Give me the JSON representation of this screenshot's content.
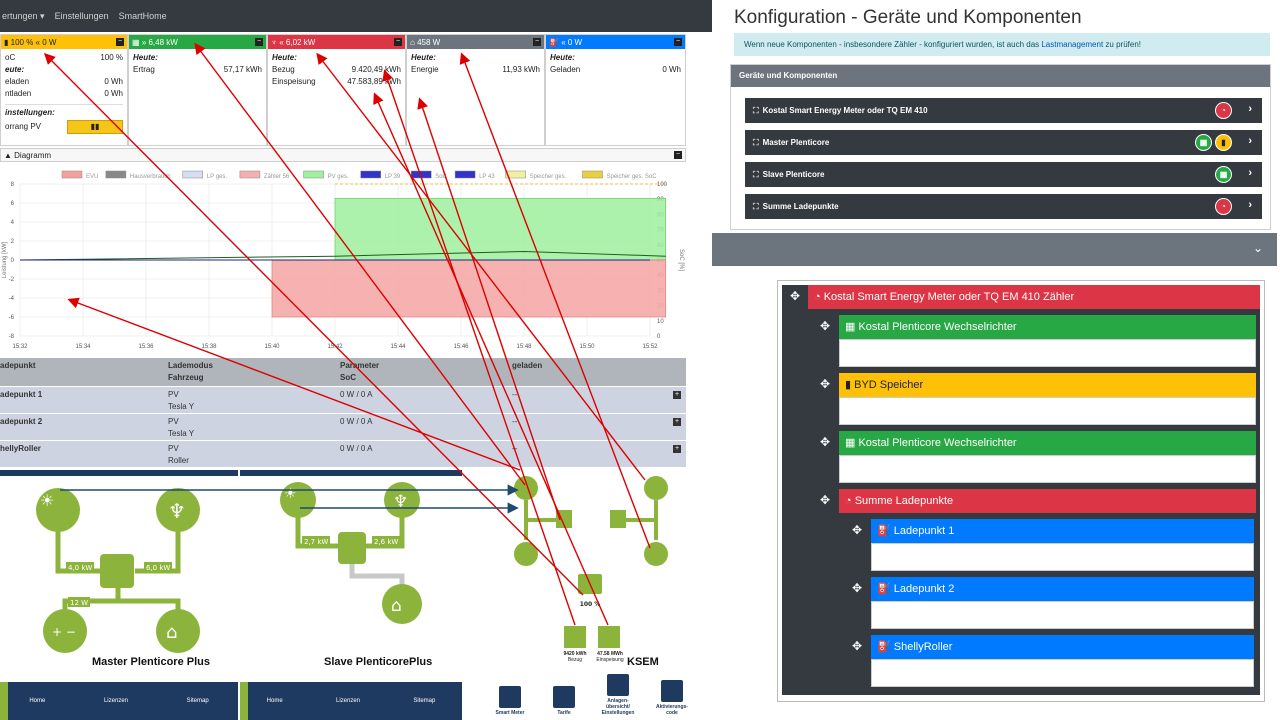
{
  "navbar": {
    "items": [
      "ertungen ▾",
      "Einstellungen",
      "SmartHome"
    ]
  },
  "cards": {
    "battery": {
      "head": "100 % « 0 W",
      "soc_label": "oC",
      "soc_value": "100 %",
      "today_label": "eute:",
      "geladen_label": "eladen",
      "geladen_value": "0 Wh",
      "entladen_label": "ntladen",
      "entladen_value": "0 Wh",
      "settings_label": "instellungen:",
      "vorrang_label": "orrang PV"
    },
    "pv": {
      "head": "» 6,48 kW",
      "today_label": "Heute:",
      "ertrag_label": "Ertrag",
      "ertrag_value": "57,17 kWh"
    },
    "grid": {
      "head": "« 6,02 kW",
      "today_label": "Heute:",
      "bezug_label": "Bezug",
      "bezug_value": "9.420,49 kWh",
      "einspeisung_label": "Einspeisung",
      "einspeisung_value": "47.583,89 kWh"
    },
    "house": {
      "head": "458 W",
      "today_label": "Heute:",
      "energie_label": "Energie",
      "energie_value": "11,93 kWh"
    },
    "lp": {
      "head": "« 0 W",
      "today_label": "Heute:",
      "geladen_label": "Geladen",
      "geladen_value": "0 Wh"
    }
  },
  "diagram": {
    "title": "Diagramm"
  },
  "chart_data": {
    "type": "area",
    "legend": [
      "EVU",
      "Hausverbrauch",
      "LP ges.",
      "Zähler 56",
      "PV ges.",
      "LP 39",
      "SoC",
      "LP 43",
      "Speicher ges.",
      "Speicher ges. SoC"
    ],
    "legend_colors": [
      "#f4a0a0",
      "#888888",
      "#d8dcf0",
      "#f4b0b0",
      "#a0f0a0",
      "#3333cc",
      "#3333cc",
      "#3333cc",
      "#f0f0a0",
      "#e8d040"
    ],
    "x_ticks": [
      "15:32",
      "15:34",
      "15:36",
      "15:38",
      "15:40",
      "15:42",
      "15:44",
      "15:46",
      "15:48",
      "15:50",
      "15:52"
    ],
    "y_ticks": [
      8,
      6,
      4,
      2,
      0,
      -2,
      -4,
      -6,
      -8
    ],
    "y2_ticks": [
      100,
      90,
      80,
      70,
      60,
      50,
      40,
      30,
      20,
      10,
      0
    ],
    "ylim": [
      -8,
      8
    ],
    "y2lim": [
      0,
      100
    ],
    "ylabel": "Leistung [kW]",
    "y2label": "SoC [%]",
    "series": [
      {
        "name": "PV ges.",
        "x": [
          "15:42",
          "15:52.5"
        ],
        "values": [
          6.5,
          6.5
        ]
      },
      {
        "name": "EVU",
        "x": [
          "15:40",
          "15:52.5"
        ],
        "values": [
          -6.0,
          -6.0
        ]
      },
      {
        "name": "Hausverbrauch",
        "x": [
          "15:32",
          "15:42",
          "15:48",
          "15:52.5"
        ],
        "values": [
          0,
          0.4,
          0.9,
          0.4
        ]
      }
    ]
  },
  "lp_table": {
    "headers": {
      "c1": "adepunkt",
      "c2a": "Lademodus",
      "c2b": "Fahrzeug",
      "c3a": "Parameter",
      "c3b": "SoC",
      "c4": "geladen"
    },
    "rows": [
      {
        "name": "adepunkt 1",
        "mode": "PV",
        "vehicle": "Tesla Y",
        "param": "0 W / 0 A",
        "geladen": "--"
      },
      {
        "name": "adepunkt 2",
        "mode": "PV",
        "vehicle": "Tesla Y",
        "param": "0 W / 0 A",
        "geladen": "--"
      },
      {
        "name": "hellyRoller",
        "mode": "PV",
        "vehicle": "Roller",
        "param": "0 W / 0 A",
        "geladen": "--"
      }
    ]
  },
  "plenticore": {
    "master": {
      "caption": "Master Plenticore Plus",
      "home": "Home",
      "lizenzen": "Lizenzen",
      "sitemap": "Sitemap",
      "v1": "4,0 kW",
      "v2": "6,0 kW",
      "v3": "12 W"
    },
    "slave": {
      "caption": "Slave PlenticorePlus",
      "home": "Home",
      "lizenzen": "Lizenzen",
      "sitemap": "Sitemap",
      "v1": "2,7 kW",
      "v2": "2,6 kW"
    },
    "ksem": {
      "caption": "KSEM",
      "soc": "100 %",
      "bezug_value": "9420 kWh",
      "bezug_label": "Bezug",
      "einsp_value": "47.58 MWh",
      "einsp_label": "Einspeisung",
      "buttons": [
        "Smart Meter",
        "Tarife",
        "Anlagen-übersicht/ Einstellungen",
        "Aktivierungs-code"
      ]
    }
  },
  "config": {
    "title": "Konfiguration - Geräte und Komponenten",
    "info_pre": "Wenn neue Komponenten - insbesondere Zähler - konfiguriert wurden, ist auch das ",
    "info_link": "Lastmanagement",
    "info_post": " zu prüfen!",
    "panel_title": "Geräte und Komponenten",
    "devices": [
      "Kostal Smart Energy Meter oder TQ EM 410",
      "Master Plenticore",
      "Slave Plenticore",
      "Summe Ladepunkte"
    ],
    "structure": {
      "root": "Kostal Smart Energy Meter oder TQ EM 410 Zähler",
      "inv1": "Kostal Plenticore Wechselrichter",
      "bat": "BYD Speicher",
      "inv2": "Kostal Plenticore Wechselrichter",
      "sum": "Summe Ladepunkte",
      "lp1": "Ladepunkt 1",
      "lp2": "Ladepunkt 2",
      "lp3": "ShellyRoller"
    }
  },
  "colors": {
    "yellow": "#ffc107",
    "green": "#28a745",
    "red": "#dc3545",
    "gray": "#6c757d",
    "blue": "#007bff",
    "dark": "#343a40",
    "arrow": "#dd0000",
    "kostal_green": "#8cb43c"
  }
}
